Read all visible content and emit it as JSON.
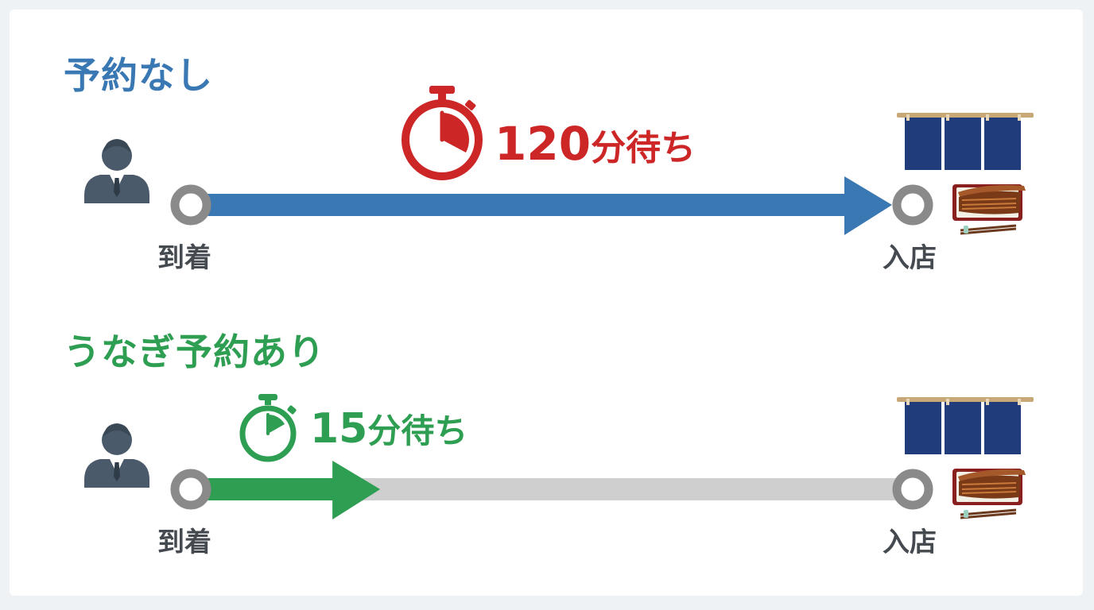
{
  "colors": {
    "no_reservation": "#3a78b4",
    "reservation": "#2e9e52",
    "wait_long": "#cc2626",
    "track_empty": "#cfcfcf",
    "node": "#8a8a8a",
    "person": "#4a5a6a",
    "noren": "#203c7a"
  },
  "rows": [
    {
      "title": "予約なし",
      "wait_number": "120",
      "wait_suffix": "分待ち",
      "wait_minutes": 120,
      "progress_fraction": 1.0,
      "start_label": "到着",
      "end_label": "入店",
      "icons": [
        "person-icon",
        "stopwatch-icon",
        "noren-curtain-icon",
        "unaju-box-icon"
      ]
    },
    {
      "title": "うなぎ予約あり",
      "wait_number": "15",
      "wait_suffix": "分待ち",
      "wait_minutes": 15,
      "progress_fraction": 0.27,
      "start_label": "到着",
      "end_label": "入店",
      "icons": [
        "person-icon",
        "stopwatch-icon",
        "noren-curtain-icon",
        "unaju-box-icon"
      ]
    }
  ]
}
